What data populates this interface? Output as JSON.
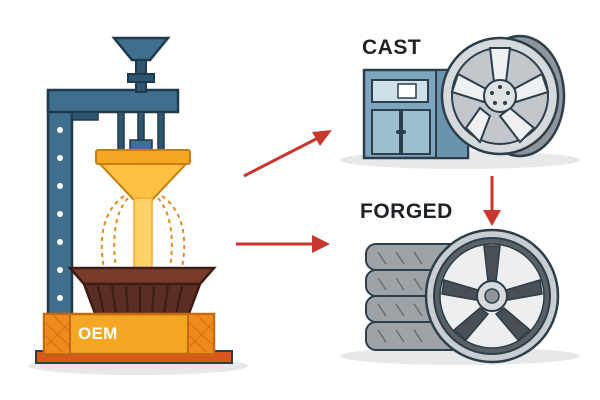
{
  "labels": {
    "oem": "OEM",
    "cast": "CAST",
    "forged": "FORGED"
  },
  "icons": {
    "press": "press-machine-icon",
    "funnel": "funnel-icon",
    "mold": "mold-icon",
    "cabinet": "casting-cabinet-icon",
    "cast_wheel": "cast-wheel-icon",
    "tire_stack": "tire-stack-icon",
    "forged_wheel": "forged-wheel-icon",
    "arrow": "arrow-icon"
  },
  "colors": {
    "steel_blue": "#3f6f8c",
    "molten_orange": "#f5a623",
    "molten_yellow": "#ffd166",
    "mold_brown": "#5a2e22",
    "arrow_red": "#c8372d",
    "cabinet_blue": "#7ea6bf",
    "tire_gray": "#9ea3a8"
  }
}
